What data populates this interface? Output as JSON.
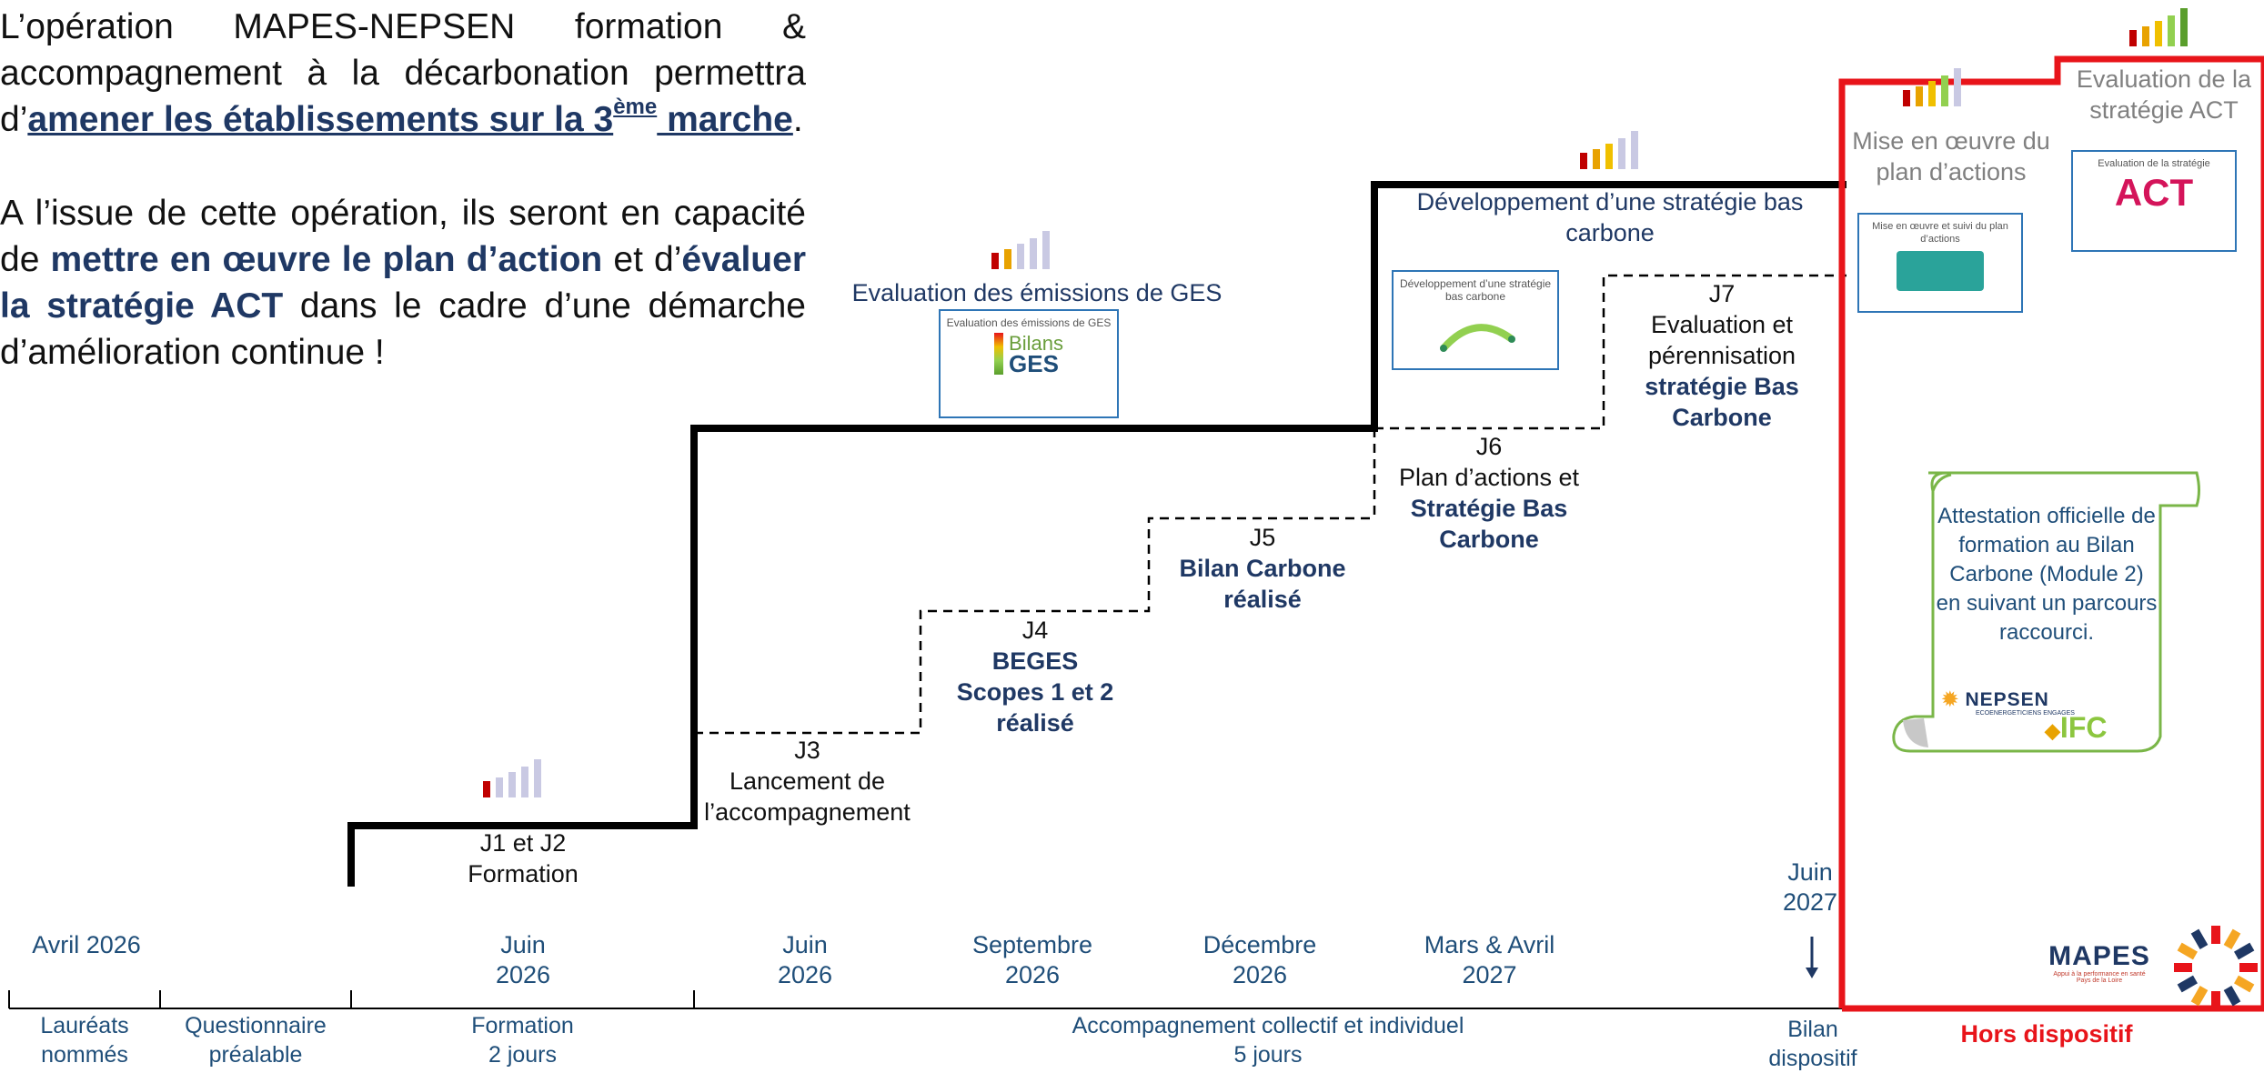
{
  "intro": {
    "p1_a": "L’opération MAPES-NEPSEN formation & accompagnement à la décarbonation permettra d’",
    "p1_b": "amener les établissements sur la 3",
    "p1_sup": "ème",
    "p1_c": " marche",
    "p1_d": ".",
    "p2_a": "A l’issue de cette opération, ils seront en capacité de ",
    "p2_b": "mettre en œuvre le plan d’action",
    "p2_c": " et d’",
    "p2_d": "évaluer la stratégie ACT",
    "p2_e": " dans le cadre d’une démarche d’amélioration continue !"
  },
  "steps": {
    "ges_title": "Evaluation des émissions de GES",
    "ges_card": "Evaluation des émissions de GES",
    "ges_logo_1": "Bilans",
    "ges_logo_2": "GES",
    "dev_title": "Développement d’une stratégie bas carbone",
    "dev_card": "Développement d’une stratégie bas carbone",
    "plan_title": "Mise en œuvre du plan d’actions",
    "plan_card": "Mise en œuvre et suivi du plan d’actions",
    "act_title": "Evaluation de la stratégie ACT",
    "act_card": "Evaluation de la stratégie",
    "act_logo": "ACT"
  },
  "milestones": {
    "j12_a": "J1 et J2",
    "j12_b": "Formation",
    "j3_a": "J3",
    "j3_b": "Lancement de",
    "j3_c": "l’accompagnement",
    "j4_a": "J4",
    "j4_b": "BEGES",
    "j4_c": "Scopes 1 et 2",
    "j4_d": "réalisé",
    "j5_a": "J5",
    "j5_b": "Bilan Carbone",
    "j5_c": "réalisé",
    "j6_a": "J6",
    "j6_b": "Plan d’actions et",
    "j6_c": "Stratégie Bas",
    "j6_d": "Carbone",
    "j7_a": "J7",
    "j7_b": "Evaluation et",
    "j7_c": "pérennisation",
    "j7_d": "stratégie Bas",
    "j7_e": "Carbone"
  },
  "dates": {
    "d1": "Avril 2026",
    "d2_a": "Juin",
    "d2_b": "2026",
    "d3_a": "Juin",
    "d3_b": "2026",
    "d4_a": "Septembre",
    "d4_b": "2026",
    "d5_a": "Décembre",
    "d5_b": "2026",
    "d6_a": "Mars & Avril",
    "d6_b": "2027",
    "d7_a": "Juin",
    "d7_b": "2027"
  },
  "phases": {
    "p1_a": "Lauréats",
    "p1_b": "nommés",
    "p2_a": "Questionnaire",
    "p2_b": "préalable",
    "p3_a": "Formation",
    "p3_b": "2 jours",
    "p4_a": "Accompagnement collectif et individuel",
    "p4_b": "5 jours",
    "p5_a": "Bilan",
    "p5_b": "dispositif",
    "hors": "Hors dispositif"
  },
  "attestation": {
    "text": "Attestation officielle de formation au Bilan Carbone (Module 2) en suivant un parcours raccourci.",
    "nepsen": "NEPSEN",
    "nepsen_sub": "ECOENERGETICIENS ENGAGES",
    "ifc": "IFC"
  },
  "logos": {
    "mapes": "MAPES",
    "mapes_sub1": "Appui à la performance en santé",
    "mapes_sub2": "Pays de la Loire"
  },
  "colors": {
    "navy": "#1f3864",
    "blue": "#1f4e79",
    "red": "#e8141a",
    "gray": "#808080"
  }
}
